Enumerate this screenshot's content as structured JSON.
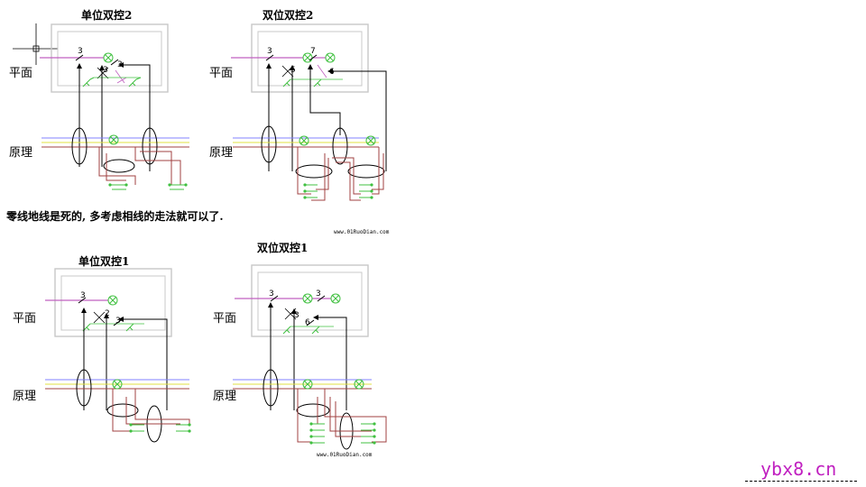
{
  "diagrams": [
    {
      "title": "单位双控2",
      "plan_label": "平面",
      "principle_label": "原理"
    },
    {
      "title": "双位双控2",
      "plan_label": "平面",
      "principle_label": "原理"
    },
    {
      "title": "单位双控1",
      "plan_label": "平面",
      "principle_label": "原理"
    },
    {
      "title": "双位双控1",
      "plan_label": "平面",
      "principle_label": "原理"
    }
  ],
  "note": "零线地线是死的, 多考虑相线的走法就可以了.",
  "watermarks": [
    "www.01RuoDian.com",
    "www.01RuoDian.com"
  ],
  "wire_counts": {
    "d1": [
      "3",
      "3",
      "3"
    ],
    "d2": [
      "3",
      "7",
      "5",
      "6"
    ],
    "d3": [
      "3",
      "2",
      "3"
    ],
    "d4": [
      "3",
      "3",
      "3",
      "6"
    ]
  },
  "brand": {
    "text": "ybx8.cn",
    "color": "#c020c0"
  },
  "colors": {
    "neutral": "#8080ff",
    "earth": "#e0e040",
    "phase": "#a04040",
    "lamp": "#40c040",
    "plan_wire": "#c060c0",
    "room": "#c0c0c0"
  }
}
